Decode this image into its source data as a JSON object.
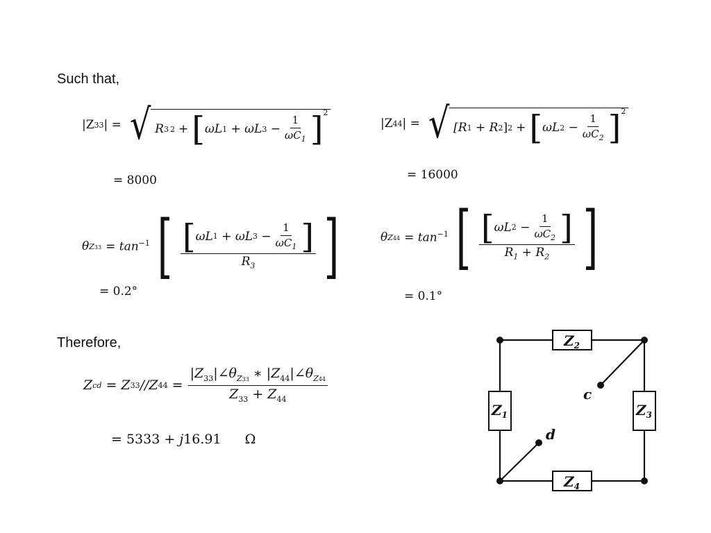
{
  "headings": {
    "such_that": "Such that,",
    "therefore": "Therefore,"
  },
  "equations": {
    "z33": {
      "lhs": "|Z",
      "lhs_sub": "33",
      "lhs_close": "| =",
      "r_term": "R",
      "r_sub": "3",
      "r_sup": "2",
      "plus": "+",
      "inner": "ωL",
      "inner_sub1": "1",
      "inner_mid": " + ωL",
      "inner_sub2": "3",
      "minus": " −",
      "frac_num": "1",
      "frac_den": "ωC",
      "frac_den_sub": "1",
      "outer_sup": "2",
      "result": "= 8000"
    },
    "z44": {
      "lhs": "|Z",
      "lhs_sub": "44",
      "lhs_close": "| =",
      "r_term": "[R",
      "r_sub1": "1",
      "r_mid": " + R",
      "r_sub2": "2",
      "r_close": "]",
      "r_sup": "2",
      "plus": "+",
      "inner": "ωL",
      "inner_sub": "2",
      "minus": " −",
      "frac_num": "1",
      "frac_den": "ωC",
      "frac_den_sub": "2",
      "outer_sup": "2",
      "result": "= 16000"
    },
    "theta33": {
      "lhs": "θ",
      "lhs_sub": "Z",
      "lhs_subsub": "33",
      "equals_tan": "= tan",
      "tan_sup": "−1",
      "num_inner": "ωL",
      "num_sub1": "1",
      "num_mid": " + ωL",
      "num_sub2": "3",
      "num_minus": " −",
      "frac_num": "1",
      "frac_den": "ωC",
      "frac_den_sub": "1",
      "den": "R",
      "den_sub": "3",
      "result": "= 0.2°"
    },
    "theta44": {
      "lhs": "θ",
      "lhs_sub": "Z",
      "lhs_subsub": "44",
      "equals_tan": "= tan",
      "tan_sup": "−1",
      "num_inner": "ωL",
      "num_sub": "2",
      "num_minus": " −",
      "frac_num": "1",
      "frac_den": "ωC",
      "frac_den_sub": "2",
      "den": "R",
      "den_sub1": "1",
      "den_mid": " + R",
      "den_sub2": "2",
      "result": "= 0.1°"
    },
    "zcd": {
      "lhs": "Z",
      "lhs_sub": "cd",
      "mid": " = Z",
      "mid_sub1": "33",
      "mid2": "//Z",
      "mid_sub2": "44",
      "eq": " =",
      "num_a": "|Z",
      "num_a_sub": "33",
      "num_b": "|∠θ",
      "num_b_sub": "Z",
      "num_b_subsub": "33",
      "num_star": " ∗ |Z",
      "num_c_sub": "44",
      "num_d": "|∠θ",
      "num_d_sub": "Z",
      "num_d_subsub": "44",
      "den_a": "Z",
      "den_a_sub": "33",
      "den_plus": " + Z",
      "den_b_sub": "44",
      "result_pre": "= 5333 + ",
      "result_j": "j",
      "result_post": "16.91",
      "unit": "Ω"
    }
  },
  "circuit": {
    "labels": {
      "z1": "Z",
      "z1_sub": "1",
      "z2": "Z",
      "z2_sub": "2",
      "z3": "Z",
      "z3_sub": "3",
      "z4": "Z",
      "z4_sub": "4",
      "c": "c",
      "d": "d"
    }
  }
}
